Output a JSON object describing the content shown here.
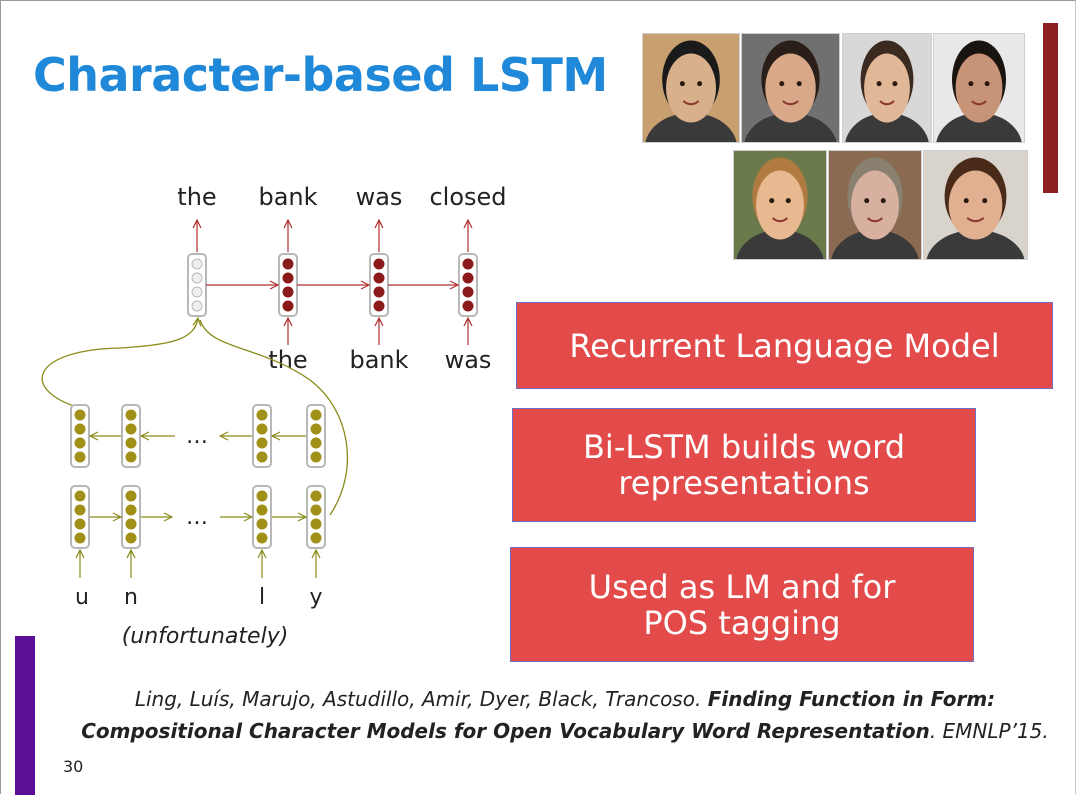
{
  "slide": {
    "title": "Character-based LSTM",
    "page_number": "30"
  },
  "diagram": {
    "output_words": [
      "the",
      "bank",
      "was",
      "closed"
    ],
    "input_words": [
      "the",
      "bank",
      "was"
    ],
    "characters": [
      "u",
      "n",
      "l",
      "y"
    ],
    "ellipsis": "…",
    "source_word": "(unfortunately)",
    "colors": {
      "rnn_cell": "#8b1a1a",
      "char_cell": "#a09018",
      "arrow_red": "#b03030",
      "arrow_olive": "#8a8a1a"
    }
  },
  "callouts": {
    "lm": "Recurrent Language Model",
    "bilstm_line1": "Bi-LSTM builds word",
    "bilstm_line2": "representations",
    "usage_line1": "Used as LM and for",
    "usage_line2": "POS tagging",
    "color": "#e34a4a"
  },
  "citation": {
    "authors": "Ling, Luís, Marujo, Astudillo, Amir, Dyer, Black, Trancoso.",
    "title_line1": "Finding Function in Form:",
    "title_line2": "Compositional Character Models for Open Vocabulary Word Representation",
    "venue": ". EMNLP’15."
  },
  "photos": [
    {
      "name": "author-photo-1",
      "skin": "#d9b08c",
      "hair": "#1a1a1a",
      "bg": "#c8a070"
    },
    {
      "name": "author-photo-2",
      "skin": "#d8a888",
      "hair": "#2a1f18",
      "bg": "#707070"
    },
    {
      "name": "author-photo-3",
      "skin": "#e0b898",
      "hair": "#3a2a20",
      "bg": "#d8d8d8"
    },
    {
      "name": "author-photo-4",
      "skin": "#c89478",
      "hair": "#1a1410",
      "bg": "#e8e8e8"
    },
    {
      "name": "author-photo-5",
      "skin": "#e8b890",
      "hair": "#b07a40",
      "bg": "#6b7a4a"
    },
    {
      "name": "author-photo-6",
      "skin": "#d8b0a0",
      "hair": "#8a8070",
      "bg": "#8a6a50"
    },
    {
      "name": "author-photo-7",
      "skin": "#e0b090",
      "hair": "#4a2a18",
      "bg": "#d8d4cc"
    }
  ]
}
